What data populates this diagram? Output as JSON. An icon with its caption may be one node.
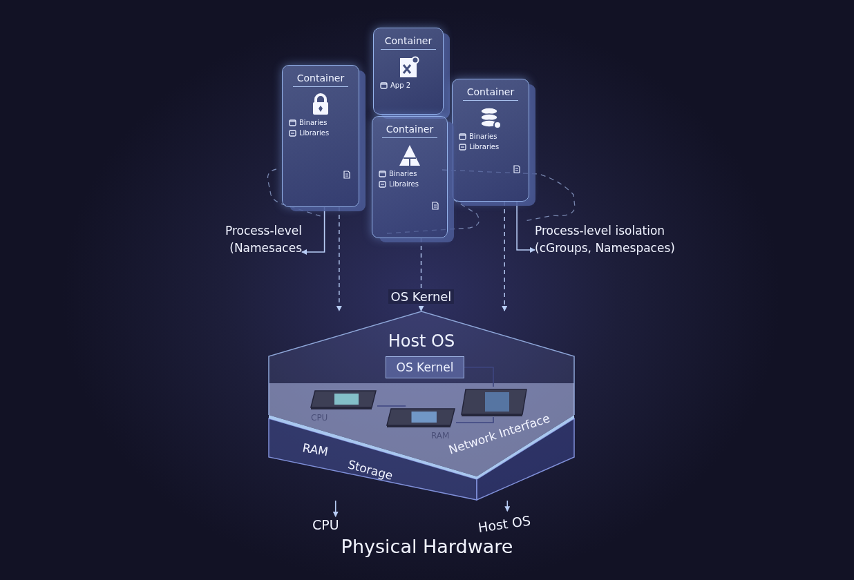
{
  "diagram": {
    "caption": "Physical Hardware",
    "nodes": [
      {
        "text": [
          "Container",
          "Binaries",
          "Libraries"
        ]
      },
      {
        "text": [
          "Container",
          "App 2"
        ]
      },
      {
        "text": [
          "Container",
          "Binaries",
          "Libraires"
        ]
      },
      {
        "text": [
          "Container",
          "Binaries",
          "Libraries"
        ]
      },
      {
        "text": [
          "Process-level (Namesaces"
        ]
      },
      {
        "text": [
          "Process-level isolation (cGroups, Namespaces)"
        ]
      },
      {
        "text": [
          "Host OS"
        ]
      },
      {
        "text": [
          "OS Kernel"
        ],
        "in": 6
      },
      {
        "text": [
          "CPU"
        ],
        "in": 11
      },
      {
        "text": [],
        "shape": "box",
        "in": 11
      },
      {
        "text": [
          "RAM"
        ],
        "in": 11
      },
      {
        "text": [
          "RAM",
          "Storage",
          "Network Interface"
        ]
      },
      {
        "text": [
          "CPU"
        ]
      },
      {
        "text": [
          "Host OS"
        ]
      }
    ],
    "edges": [
      {
        "from": 0,
        "to": 4,
        "arrow": "to"
      },
      {
        "from": 3,
        "to": 5,
        "arrow": "to"
      },
      {
        "from": 2,
        "to": 6,
        "arrow": "to",
        "style": "dashed",
        "label": "OS Kernel"
      },
      {
        "from": 0,
        "to": 6,
        "arrow": "to",
        "style": "dashed"
      },
      {
        "from": 3,
        "to": 6,
        "arrow": "to",
        "style": "dashed"
      },
      {
        "from": 8,
        "to": 10,
        "arrow": "none",
        "color": "#3e4680"
      },
      {
        "from": 10,
        "to": 9,
        "arrow": "none",
        "color": "#3e4680"
      },
      {
        "from": 7,
        "to": 9,
        "arrow": "none",
        "color": "#3e4680"
      },
      {
        "from": 11,
        "to": 12,
        "arrow": "to"
      },
      {
        "from": 11,
        "to": 13,
        "arrow": "to"
      }
    ]
  }
}
